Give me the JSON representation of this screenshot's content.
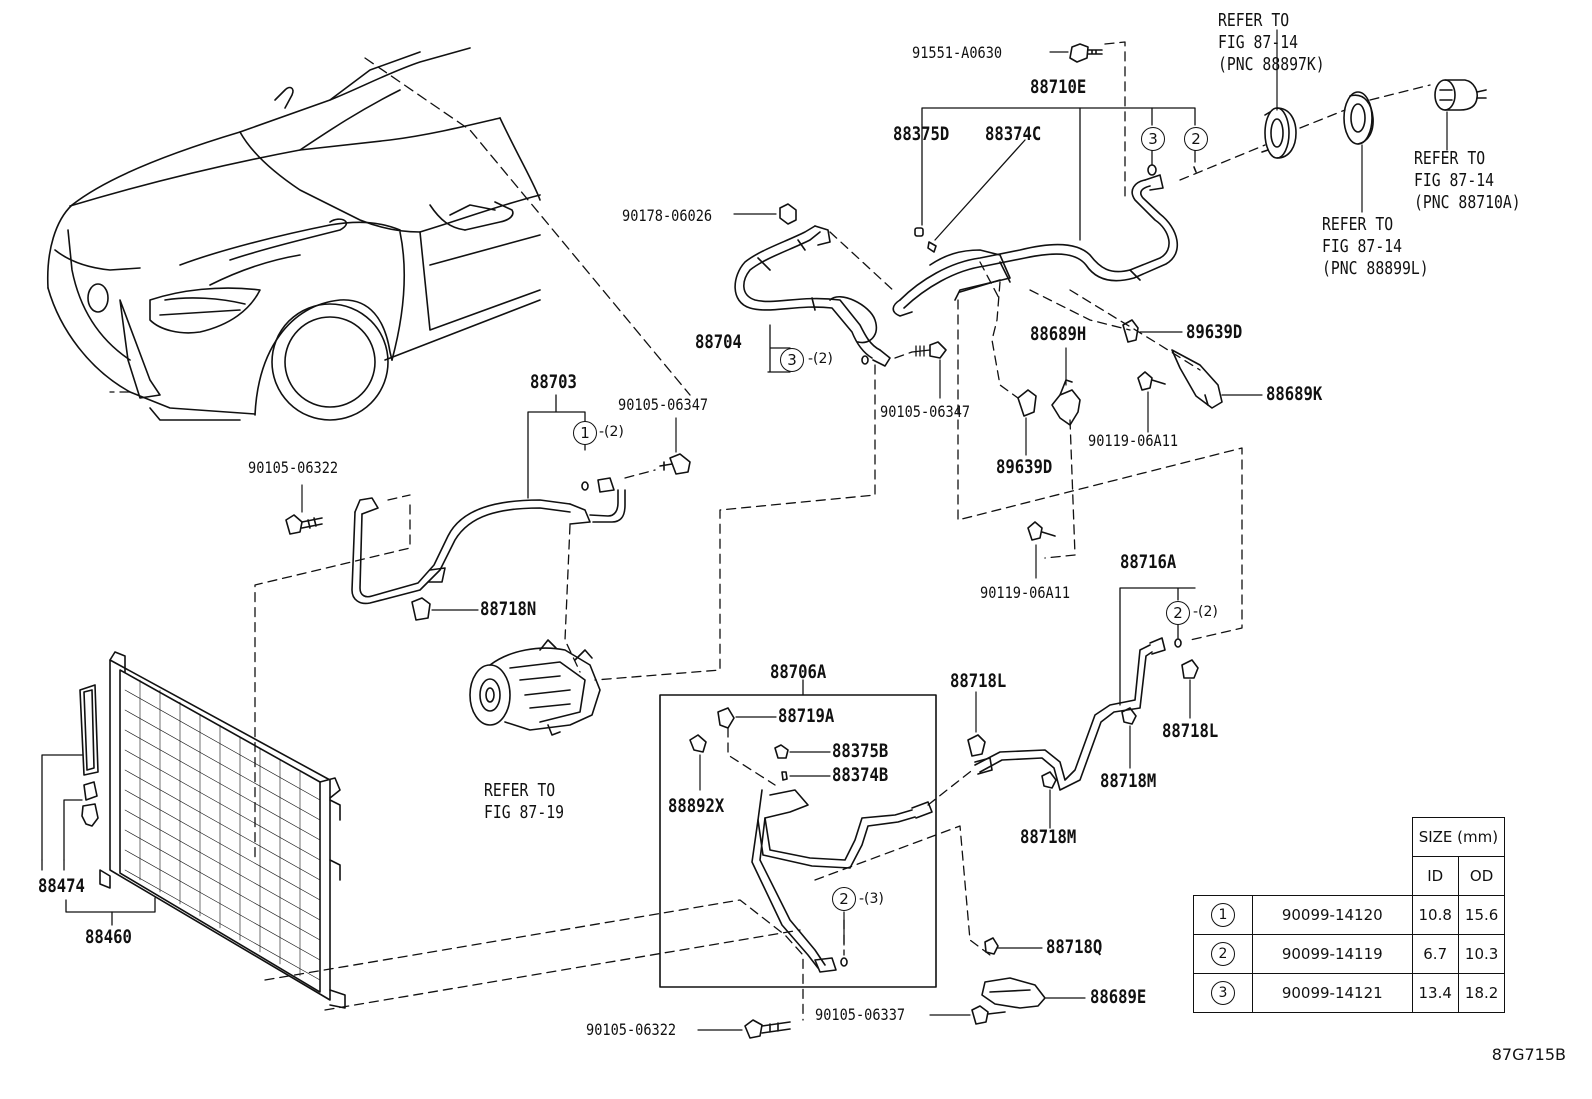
{
  "labels": {
    "p91551": "91551-A0630",
    "p88710E": "88710E",
    "p88375D": "88375D",
    "p88374C": "88374C",
    "p90178": "90178-06026",
    "p88704": "88704",
    "p88689H": "88689H",
    "p89639D_a": "89639D",
    "p89639D_b": "89639D",
    "p88689K": "88689K",
    "p90105_06347_a": "90105-06347",
    "p90105_06347_b": "90105-06347",
    "p90119_a": "90119-06A11",
    "p90119_b": "90119-06A11",
    "p88703": "88703",
    "p90105_06322_a": "90105-06322",
    "p90105_06322_b": "90105-06322",
    "p88718N": "88718N",
    "p88716A": "88716A",
    "p88706A": "88706A",
    "p88719A": "88719A",
    "p88375B": "88375B",
    "p88374B": "88374B",
    "p88892X": "88892X",
    "p88718L_a": "88718L",
    "p88718L_b": "88718L",
    "p88718M_a": "88718M",
    "p88718M_b": "88718M",
    "p88718Q": "88718Q",
    "p88689E": "88689E",
    "p90105_06337": "90105-06337",
    "p88474": "88474",
    "p88460": "88460"
  },
  "refs": {
    "r1": "REFER TO\nFIG 87-14\n(PNC 88897K)",
    "r2": "REFER TO\nFIG 87-14\n(PNC 88710A)",
    "r3": "REFER TO\nFIG 87-14\n(PNC 88899L)",
    "r4": "REFER TO\nFIG 87-19"
  },
  "callouts": {
    "c_3": "3",
    "c_2": "2",
    "c_88704": "3",
    "c_88703": "1",
    "c_88716": "2",
    "c_88706": "2",
    "q_88704": "-(2)",
    "q_88703": "-(2)",
    "q_88716": "-(2)",
    "q_88706": "-(3)"
  },
  "table": {
    "header_size": "SIZE (mm)",
    "header_id": "ID",
    "header_od": "OD",
    "rows": [
      {
        "mark": "1",
        "part": "90099-14120",
        "id": "10.8",
        "od": "15.6"
      },
      {
        "mark": "2",
        "part": "90099-14119",
        "id": "6.7",
        "od": "10.3"
      },
      {
        "mark": "3",
        "part": "90099-14121",
        "id": "13.4",
        "od": "18.2"
      }
    ]
  },
  "figure_id": "87G715B"
}
